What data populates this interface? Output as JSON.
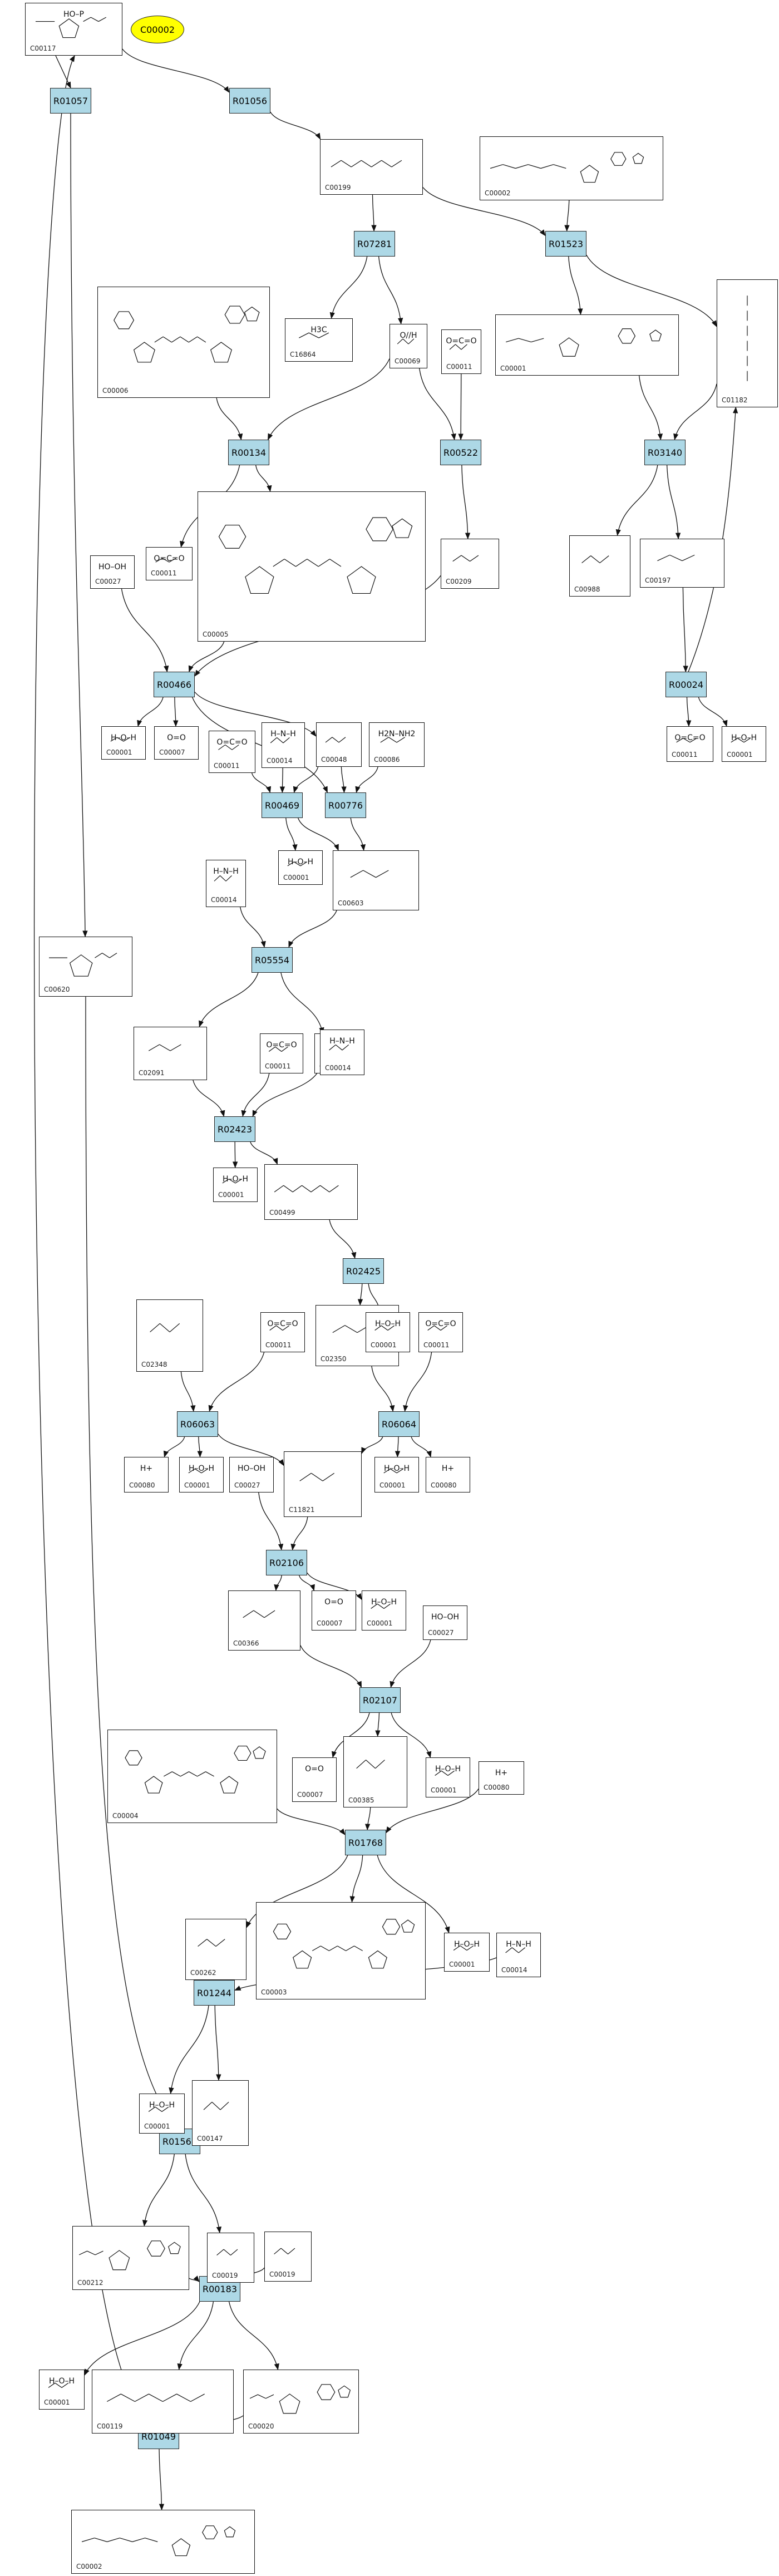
{
  "target": "C00002",
  "reactions": [
    {
      "id": "R01057",
      "label": "R01057"
    },
    {
      "id": "R01056",
      "label": "R01056"
    },
    {
      "id": "R07281",
      "label": "R07281"
    },
    {
      "id": "R01523",
      "label": "R01523"
    },
    {
      "id": "R00134",
      "label": "R00134"
    },
    {
      "id": "R00522",
      "label": "R00522"
    },
    {
      "id": "R03140",
      "label": "R03140"
    },
    {
      "id": "R00466",
      "label": "R00466"
    },
    {
      "id": "R00024",
      "label": "R00024"
    },
    {
      "id": "R00469",
      "label": "R00469"
    },
    {
      "id": "R00776",
      "label": "R00776"
    },
    {
      "id": "R05554",
      "label": "R05554"
    },
    {
      "id": "R02423",
      "label": "R02423"
    },
    {
      "id": "R02425",
      "label": "R02425"
    },
    {
      "id": "R06063",
      "label": "R06063"
    },
    {
      "id": "R06064",
      "label": "R06064"
    },
    {
      "id": "R02106",
      "label": "R02106"
    },
    {
      "id": "R02107",
      "label": "R02107"
    },
    {
      "id": "R01768",
      "label": "R01768"
    },
    {
      "id": "R01244",
      "label": "R01244"
    },
    {
      "id": "R01561",
      "label": "R01561"
    },
    {
      "id": "R00183",
      "label": "R00183"
    },
    {
      "id": "R01049",
      "label": "R01049"
    }
  ],
  "compounds": [
    {
      "key": "n01",
      "id": "C00117",
      "kind": "sugar",
      "text": "HO–P"
    },
    {
      "key": "n02",
      "id": "C00199",
      "kind": "chain",
      "text": ""
    },
    {
      "key": "n03",
      "id": "C00002",
      "kind": "nuc3",
      "text": ""
    },
    {
      "key": "n04",
      "id": "C00006",
      "kind": "dinuc",
      "text": ""
    },
    {
      "key": "n05",
      "id": "C16864",
      "kind": "small",
      "text": "H3C"
    },
    {
      "key": "n06",
      "id": "C00069",
      "kind": "small",
      "text": "O//H"
    },
    {
      "key": "n07",
      "id": "C00011",
      "kind": "small",
      "text": "O=C=O"
    },
    {
      "key": "n08",
      "id": "C00007",
      "kind": "text",
      "text": "O=O"
    },
    {
      "key": "n09",
      "id": "C00001",
      "kind": "nuc1",
      "text": ""
    },
    {
      "key": "n10",
      "id": "C01182",
      "kind": "chainv",
      "text": ""
    },
    {
      "key": "n11",
      "id": "C00011",
      "kind": "small",
      "text": "O=C=O"
    },
    {
      "key": "n12",
      "id": "C00005",
      "kind": "dinuc",
      "text": ""
    },
    {
      "key": "n13",
      "id": "C00988",
      "kind": "small",
      "text": ""
    },
    {
      "key": "n14",
      "id": "C00197",
      "kind": "small",
      "text": ""
    },
    {
      "key": "n15",
      "id": "C00027",
      "kind": "text",
      "text": "HO–OH"
    },
    {
      "key": "n16",
      "id": "C00209",
      "kind": "small",
      "text": ""
    },
    {
      "key": "n17",
      "id": "C00001",
      "kind": "small",
      "text": "H–O–H"
    },
    {
      "key": "n18",
      "id": "C00007",
      "kind": "text",
      "text": "O=O"
    },
    {
      "key": "n19",
      "id": "C00011",
      "kind": "small",
      "text": "O=C=O"
    },
    {
      "key": "n20",
      "id": "C00014",
      "kind": "small",
      "text": "H–N–H"
    },
    {
      "key": "n21",
      "id": "C00048",
      "kind": "small",
      "text": ""
    },
    {
      "key": "n22",
      "id": "C00086",
      "kind": "small",
      "text": "H2N–NH2"
    },
    {
      "key": "n23",
      "id": "C00011",
      "kind": "small",
      "text": "O=C=O"
    },
    {
      "key": "n24",
      "id": "C00001",
      "kind": "small",
      "text": "H–O–H"
    },
    {
      "key": "n25",
      "id": "C00001",
      "kind": "small",
      "text": "H–O–H"
    },
    {
      "key": "n26",
      "id": "C00603",
      "kind": "small",
      "text": ""
    },
    {
      "key": "n27",
      "id": "C00014",
      "kind": "small",
      "text": "H–N–H"
    },
    {
      "key": "n28",
      "id": "C00620",
      "kind": "sugar",
      "text": ""
    },
    {
      "key": "n29",
      "id": "C02091",
      "kind": "small",
      "text": ""
    },
    {
      "key": "n30",
      "id": "C00011",
      "kind": "small",
      "text": "O=C=O"
    },
    {
      "key": "n31",
      "id": "C00001",
      "kind": "small",
      "text": "H–O–H"
    },
    {
      "key": "n32",
      "id": "C00014",
      "kind": "small",
      "text": "H–N–H"
    },
    {
      "key": "n33",
      "id": "C00001",
      "kind": "small",
      "text": "H–O–H"
    },
    {
      "key": "n34",
      "id": "C00499",
      "kind": "chain",
      "text": ""
    },
    {
      "key": "n35",
      "id": "C02348",
      "kind": "small",
      "text": ""
    },
    {
      "key": "n36",
      "id": "C00011",
      "kind": "small",
      "text": "O=C=O"
    },
    {
      "key": "n37",
      "id": "C02350",
      "kind": "small",
      "text": ""
    },
    {
      "key": "n38",
      "id": "C00001",
      "kind": "small",
      "text": "H–O–H"
    },
    {
      "key": "n39",
      "id": "C00011",
      "kind": "small",
      "text": "O=C=O"
    },
    {
      "key": "n40",
      "id": "C00080",
      "kind": "text",
      "text": "H+"
    },
    {
      "key": "n41",
      "id": "C00001",
      "kind": "small",
      "text": "H–O–H"
    },
    {
      "key": "n42",
      "id": "C00027",
      "kind": "text",
      "text": "HO–OH"
    },
    {
      "key": "n43",
      "id": "C11821",
      "kind": "small",
      "text": ""
    },
    {
      "key": "n44",
      "id": "C00001",
      "kind": "small",
      "text": "H–O–H"
    },
    {
      "key": "n45",
      "id": "C00080",
      "kind": "text",
      "text": "H+"
    },
    {
      "key": "n46",
      "id": "C00366",
      "kind": "small",
      "text": ""
    },
    {
      "key": "n47",
      "id": "C00007",
      "kind": "text",
      "text": "O=O"
    },
    {
      "key": "n48",
      "id": "C00001",
      "kind": "small",
      "text": "H–O–H"
    },
    {
      "key": "n49",
      "id": "C00027",
      "kind": "text",
      "text": "HO–OH"
    },
    {
      "key": "n50",
      "id": "C00004",
      "kind": "dinuc",
      "text": ""
    },
    {
      "key": "n51",
      "id": "C00007",
      "kind": "text",
      "text": "O=O"
    },
    {
      "key": "n52",
      "id": "C00385",
      "kind": "small",
      "text": ""
    },
    {
      "key": "n53",
      "id": "C00001",
      "kind": "small",
      "text": "H–O–H"
    },
    {
      "key": "n54",
      "id": "C00080",
      "kind": "text",
      "text": "H+"
    },
    {
      "key": "n55",
      "id": "C00262",
      "kind": "small",
      "text": ""
    },
    {
      "key": "n56",
      "id": "C00003",
      "kind": "dinuc",
      "text": ""
    },
    {
      "key": "n57",
      "id": "C00001",
      "kind": "small",
      "text": "H–O–H"
    },
    {
      "key": "n58",
      "id": "C00014",
      "kind": "small",
      "text": "H–N–H"
    },
    {
      "key": "n59",
      "id": "C00001",
      "kind": "small",
      "text": "H–O–H"
    },
    {
      "key": "n60",
      "id": "C00147",
      "kind": "small",
      "text": ""
    },
    {
      "key": "n61",
      "id": "C00212",
      "kind": "nuc1",
      "text": ""
    },
    {
      "key": "n62",
      "id": "C00019",
      "kind": "small",
      "text": ""
    },
    {
      "key": "n63",
      "id": "C00019",
      "kind": "small",
      "text": ""
    },
    {
      "key": "n64",
      "id": "C00001",
      "kind": "small",
      "text": "H–O–H"
    },
    {
      "key": "n65",
      "id": "C00119",
      "kind": "chain",
      "text": ""
    },
    {
      "key": "n66",
      "id": "C00020",
      "kind": "nuc1",
      "text": ""
    },
    {
      "key": "n67",
      "id": "C00002",
      "kind": "nuc3",
      "text": ""
    }
  ]
}
